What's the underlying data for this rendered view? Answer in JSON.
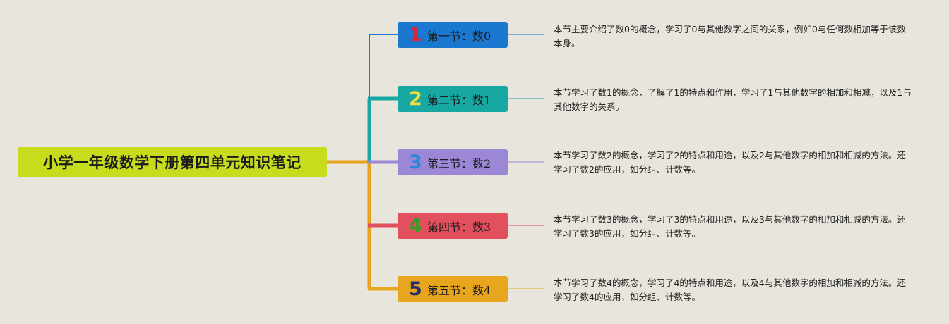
{
  "root": {
    "title": "小学一年级数学下册第四单元知识笔记",
    "color": "#c8dc1e"
  },
  "colors": {
    "trunk": "#e6a21c",
    "background": "#e8e5dc"
  },
  "sections": [
    {
      "number": "1",
      "label": "第一节：数0",
      "color": "#1a78d0",
      "number_color": "#d8253a",
      "note": "本节主要介绍了数0的概念，学习了0与其他数字之间的关系，例如0与任何数相加等于该数本身。"
    },
    {
      "number": "2",
      "label": "第二节：数1",
      "color": "#17a8a4",
      "number_color": "#f2dd3c",
      "note": "本节学习了数1的概念，了解了1的特点和作用，学习了1与其他数字的相加和相减，以及1与其他数字的关系。"
    },
    {
      "number": "3",
      "label": "第三节：数2",
      "color": "#9b87d6",
      "number_color": "#2a86d8",
      "note": "本节学习了数2的概念，学习了2的特点和用途，以及2与其他数字的相加和相减的方法。还学习了数2的应用，如分组、计数等。"
    },
    {
      "number": "4",
      "label": "第四节：数3",
      "color": "#e2505e",
      "number_color": "#3a9a2c",
      "note": "本节学习了数3的概念，学习了3的特点和用途，以及3与其他数字的相加和相减的方法。还学习了数3的应用，如分组、计数等。"
    },
    {
      "number": "5",
      "label": "第五节：数4",
      "color": "#e8a51e",
      "number_color": "#26306e",
      "note": "本节学习了数4的概念，学习了4的特点和用途，以及4与其他数字的相加和相减的方法。还学习了数4的应用，如分组、计数等。"
    }
  ]
}
